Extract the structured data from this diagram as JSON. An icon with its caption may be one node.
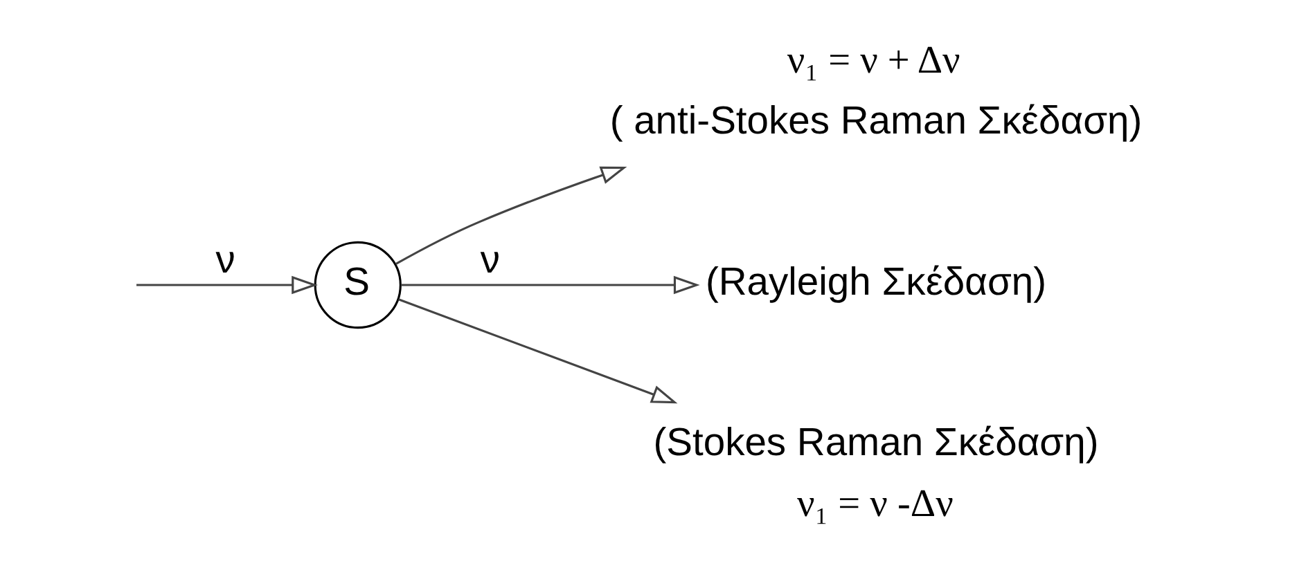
{
  "diagram": {
    "nodes": [
      {
        "text": [
          "S"
        ]
      },
      {
        "text": [
          "( anti-Stokes Raman Σκέδαση)"
        ],
        "beside": [
          "ν₁ = ν + Δν"
        ]
      },
      {
        "text": [
          "(Rayleigh Σκέδαση)"
        ]
      },
      {
        "text": [
          "(Stokes Raman Σκέδαση)"
        ],
        "beside": [
          "ν₁ = ν -Δν"
        ]
      }
    ],
    "edges": [
      {
        "from": null,
        "to": 0,
        "arrow": "to",
        "label": "ν"
      },
      {
        "from": 0,
        "to": 1,
        "arrow": "to"
      },
      {
        "from": 0,
        "to": 2,
        "arrow": "to",
        "label": "ν"
      },
      {
        "from": 0,
        "to": 3,
        "arrow": "to"
      }
    ]
  }
}
